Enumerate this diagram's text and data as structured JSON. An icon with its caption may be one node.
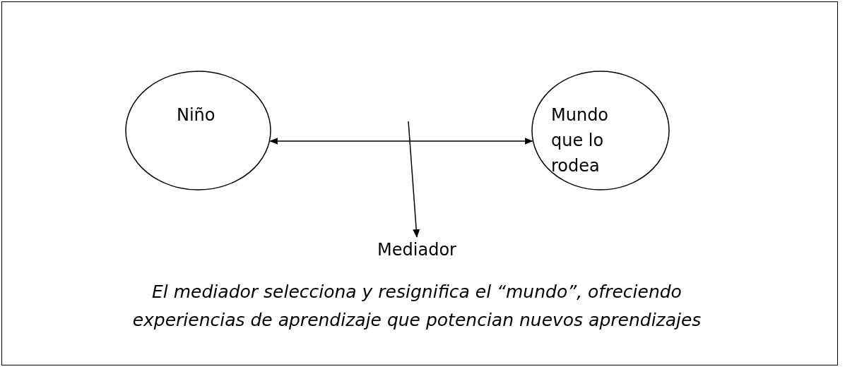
{
  "diagram": {
    "caption": "El mediador selecciona y resignifica el “mundo”, ofreciendo experiencias de aprendizaje que potencian nuevos aprendizajes",
    "nodes": [
      {
        "text": [
          "Niño"
        ]
      },
      {
        "text": [
          "Mundo que lo rodea"
        ]
      },
      {
        "text": [
          "Mediador"
        ]
      }
    ],
    "edges": [
      {
        "from": 0,
        "to": 1,
        "arrow": "both"
      },
      {
        "from": null,
        "to": 2,
        "arrow": "to"
      }
    ]
  }
}
